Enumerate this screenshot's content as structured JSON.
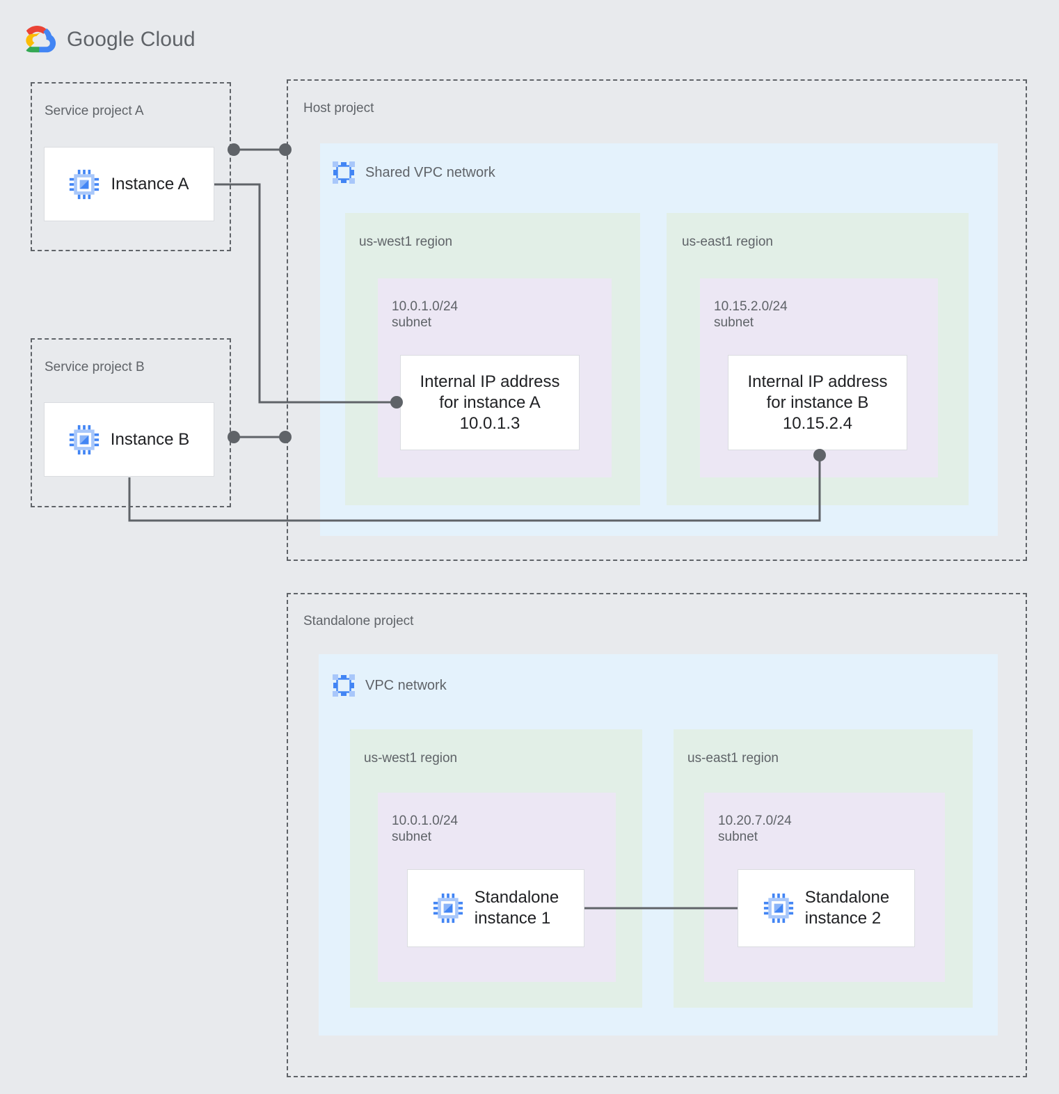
{
  "brand": {
    "name": "Google Cloud",
    "logo_icon": "google-cloud-logo-icon",
    "colors": {
      "red": "#ea4335",
      "blue": "#4285f4",
      "yellow": "#fbbc05",
      "green": "#34a853",
      "text": "#5f6368"
    }
  },
  "palette": {
    "page_background": "#e8eaed",
    "dashed_border": "#5f6368",
    "vpc_fill": "#e4f2fc",
    "region_fill": "#e2efe7",
    "subnet_fill": "#ece7f4",
    "card_fill": "#ffffff",
    "card_border": "#dadce0",
    "connector": "#5f6368",
    "icon_blue": "#4285f4",
    "icon_blue_light": "#a8c7fa",
    "label_text": "#5f6368",
    "card_text": "#202124"
  },
  "service_project_a": {
    "label": "Service project A",
    "instance": {
      "label": "Instance A",
      "icon": "compute-instance-icon"
    }
  },
  "service_project_b": {
    "label": "Service project B",
    "instance": {
      "label": "Instance B",
      "icon": "compute-instance-icon"
    }
  },
  "host_project": {
    "label": "Host project",
    "vpc": {
      "label": "Shared VPC network",
      "icon": "vpc-network-icon",
      "regions": [
        {
          "label": "us-west1 region",
          "subnet": {
            "label": "10.0.1.0/24\nsubnet",
            "cidr": "10.0.1.0/24",
            "card": {
              "label": "Internal IP address\nfor instance A\n10.0.1.3",
              "ip": "10.0.1.3"
            }
          }
        },
        {
          "label": "us-east1 region",
          "subnet": {
            "label": "10.15.2.0/24\nsubnet",
            "cidr": "10.15.2.0/24",
            "card": {
              "label": "Internal IP address\nfor instance B\n10.15.2.4",
              "ip": "10.15.2.4"
            }
          }
        }
      ]
    }
  },
  "standalone_project": {
    "label": "Standalone project",
    "vpc": {
      "label": "VPC network",
      "icon": "vpc-network-icon",
      "regions": [
        {
          "label": "us-west1 region",
          "subnet": {
            "label": "10.0.1.0/24\nsubnet",
            "cidr": "10.0.1.0/24",
            "card": {
              "label": "Standalone\ninstance 1",
              "icon": "compute-instance-icon"
            }
          }
        },
        {
          "label": "us-east1 region",
          "subnet": {
            "label": "10.20.7.0/24\nsubnet",
            "cidr": "10.20.7.0/24",
            "card": {
              "label": "Standalone\ninstance 2",
              "icon": "compute-instance-icon"
            }
          }
        }
      ]
    }
  },
  "connections": [
    {
      "name": "instance-a-to-host-project-boundary",
      "from": "Instance A",
      "to": "Host project"
    },
    {
      "name": "instance-a-to-internal-ip-a",
      "from": "Instance A",
      "to": "Internal IP address for instance A"
    },
    {
      "name": "instance-b-to-host-project-boundary",
      "from": "Instance B",
      "to": "Host project"
    },
    {
      "name": "instance-b-to-internal-ip-b",
      "from": "Instance B",
      "to": "Internal IP address for instance B"
    },
    {
      "name": "standalone-1-to-standalone-2",
      "from": "Standalone instance 1",
      "to": "Standalone instance 2"
    }
  ]
}
